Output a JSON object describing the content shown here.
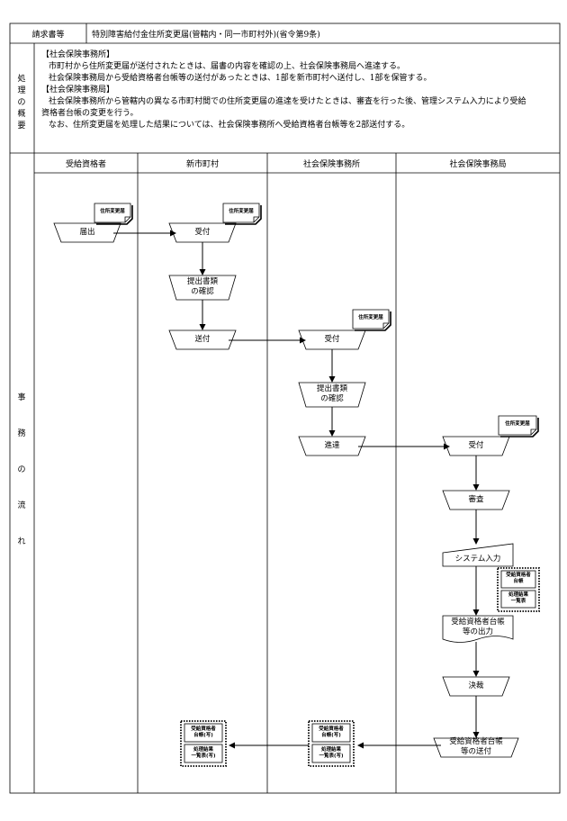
{
  "header": {
    "label": "請求書等",
    "title": "特別障害給付金住所変更届(管轄内・同一市町村外)(省令第9条)"
  },
  "summary": {
    "label": "処理の概要",
    "lines": [
      "【社会保険事務所】",
      "市町村から住所変更届が送付されたときは、届書の内容を確認の上、社会保険事務局へ進達する。",
      "社会保険事務局から受給資格者台帳等の送付があったときは、1部を新市町村へ送付し、1部を保管する。",
      "【社会保険事務局】",
      "社会保険事務所から管轄内の異なる市町村間での住所変更届の進達を受けたときは、審査を行った後、管理システム入力により受給",
      "資格者台帳の変更を行う。",
      "なお、住所変更届を処理した結果については、社会保険事務所へ受給資格者台帳等を2部送付する。"
    ]
  },
  "flow": {
    "label": "事務の流れ",
    "lanes": [
      "受給資格者",
      "新市町村",
      "社会保険事務所",
      "社会保険事務局"
    ],
    "steps": {
      "todokede": "届出",
      "uketsuke1": "受付",
      "kakunin1": "提出書類\nの確認",
      "sofu1": "送付",
      "uketsuke2": "受付",
      "kakunin2": "提出書類\nの確認",
      "shintatsu": "進達",
      "uketsuke3": "受付",
      "shinsa": "審査",
      "system": "システム入力",
      "output": "受給資格者台帳\n等の出力",
      "kessai": "決裁",
      "sofu2": "受給資格者台帳\n等の送付"
    },
    "docs": {
      "jusho_henko": "住所変更届",
      "daicho": "受給資格者\n台帳",
      "kekka": "処理結果\n一覧表",
      "daicho_copy": "受給資格者\n台帳(写)",
      "kekka_copy": "処理結果\n一覧表(写)"
    }
  }
}
